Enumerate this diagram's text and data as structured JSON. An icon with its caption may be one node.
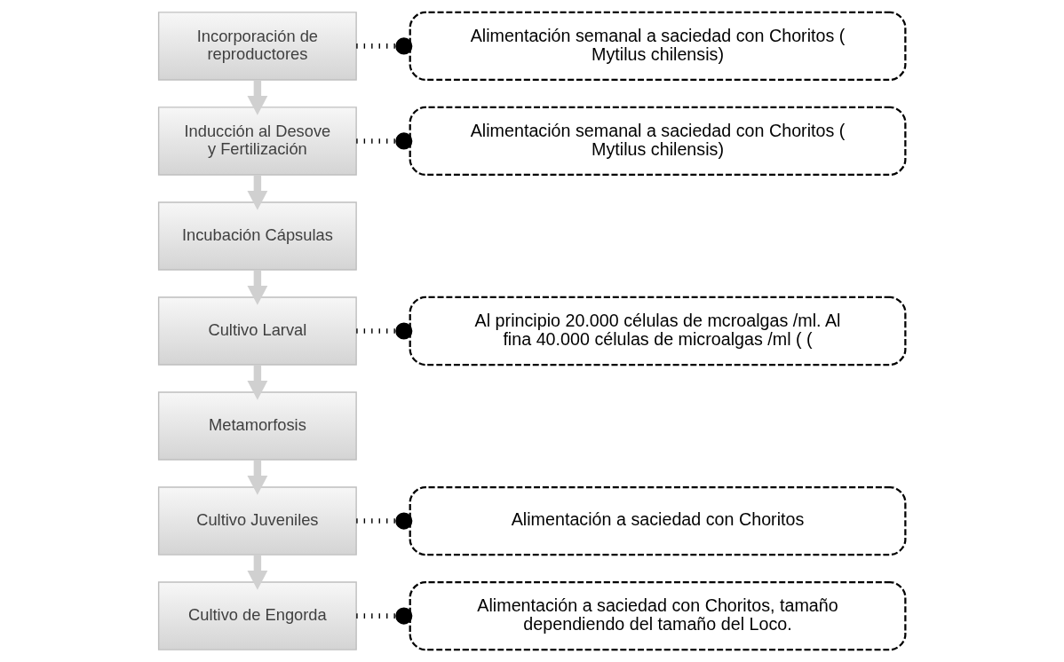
{
  "diagram": {
    "nodes": [
      {
        "text": [
          "Incorporación de reproductores"
        ]
      },
      {
        "text": [
          "Alimentación semanal a saciedad con Choritos ( Mytilus chilensis)"
        ]
      },
      {
        "text": [
          "Inducción al Desove y Fertilización"
        ]
      },
      {
        "text": [
          "Alimentación semanal a saciedad con Choritos ( Mytilus chilensis)"
        ]
      },
      {
        "text": [
          "Incubación Cápsulas"
        ]
      },
      {
        "text": [
          "Cultivo Larval"
        ]
      },
      {
        "text": [
          "Al principio 20.000 células de mcroalgas /ml. Al fina 40.000 células de microalgas /ml ( ("
        ]
      },
      {
        "text": [
          "Metamorfosis"
        ]
      },
      {
        "text": [
          "Cultivo Juveniles"
        ]
      },
      {
        "text": [
          "Alimentación a saciedad con Choritos"
        ]
      },
      {
        "text": [
          "Cultivo de Engorda"
        ]
      },
      {
        "text": [
          "Alimentación a saciedad con Choritos, tamaño dependiendo del tamaño del Loco."
        ]
      }
    ],
    "edges": [
      {
        "from": 0,
        "to": 2,
        "arrow": "to"
      },
      {
        "from": 2,
        "to": 4,
        "arrow": "to"
      },
      {
        "from": 4,
        "to": 5,
        "arrow": "to"
      },
      {
        "from": 5,
        "to": 7,
        "arrow": "to"
      },
      {
        "from": 7,
        "to": 8,
        "arrow": "to"
      },
      {
        "from": 8,
        "to": 10,
        "arrow": "to"
      },
      {
        "from": 0,
        "to": 1,
        "arrow": "other",
        "style": "dashed",
        "color": "#000000"
      },
      {
        "from": 2,
        "to": 3,
        "arrow": "other",
        "style": "dashed",
        "color": "#000000"
      },
      {
        "from": 5,
        "to": 6,
        "arrow": "other",
        "style": "dashed",
        "color": "#000000"
      },
      {
        "from": 8,
        "to": 9,
        "arrow": "other",
        "style": "dashed",
        "color": "#000000"
      },
      {
        "from": 10,
        "to": 11,
        "arrow": "other",
        "style": "dashed",
        "color": "#000000"
      }
    ]
  }
}
